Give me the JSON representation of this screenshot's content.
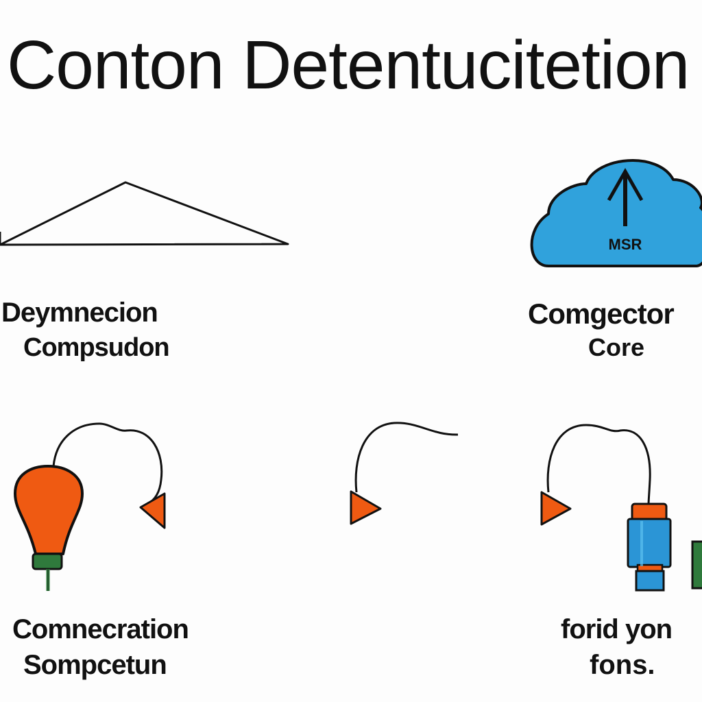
{
  "title": "Conton Detentucitetion",
  "nodes": {
    "triangle": {
      "line1": "Deymnecion",
      "line2": "Compsudon"
    },
    "cloud": {
      "badge": "MSR",
      "line1": "Comgector",
      "line2": "Core"
    },
    "bulb": {
      "line1": "Comnecration",
      "line2": "Sompcetun"
    },
    "connector": {
      "line1": "forid yon",
      "line2": "fons."
    }
  },
  "icons": {
    "triangle": "triangle-shape",
    "cloud": "cloud-upload-icon",
    "bulb": "lightbulb-icon",
    "connector": "plug-connector-icon"
  },
  "colors": {
    "cloud_fill": "#30a2dc",
    "orange": "#ef5a12",
    "green_base": "#2f7a3c",
    "connector_blue": "#2b95d6",
    "ink": "#111111"
  }
}
